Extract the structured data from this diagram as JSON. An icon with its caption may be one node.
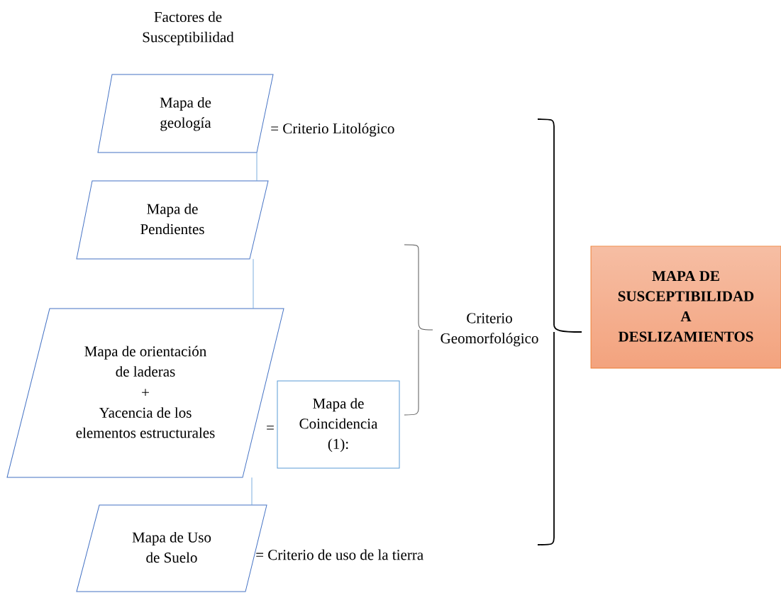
{
  "diagram": {
    "title": "Factores de Susceptibilidad",
    "nodes": [
      {
        "text": [
          "Mapa de geología"
        ]
      },
      {
        "text": [
          "Mapa de Pendientes"
        ]
      },
      {
        "text": [
          "Mapa de orientación de laderas",
          "+",
          "Yacencia de los elementos estructurales"
        ]
      },
      {
        "text": [
          "Mapa de Uso de Suelo"
        ]
      },
      {
        "text": [
          "Mapa de Coincidencia (1):"
        ]
      },
      {
        "text": [
          "MAPA DE SUSCEPTIBILIDAD A DESLIZAMIENTOS"
        ]
      }
    ],
    "edges": [
      {
        "from": 0,
        "to": 1,
        "arrow": "none"
      },
      {
        "from": 1,
        "to": 2,
        "arrow": "none"
      },
      {
        "from": 2,
        "to": 3,
        "arrow": "none"
      }
    ],
    "labels": [
      "= Criterio Litológico",
      "=",
      "Criterio Geomorfológico",
      "= Criterio de uso de la tierra"
    ]
  }
}
